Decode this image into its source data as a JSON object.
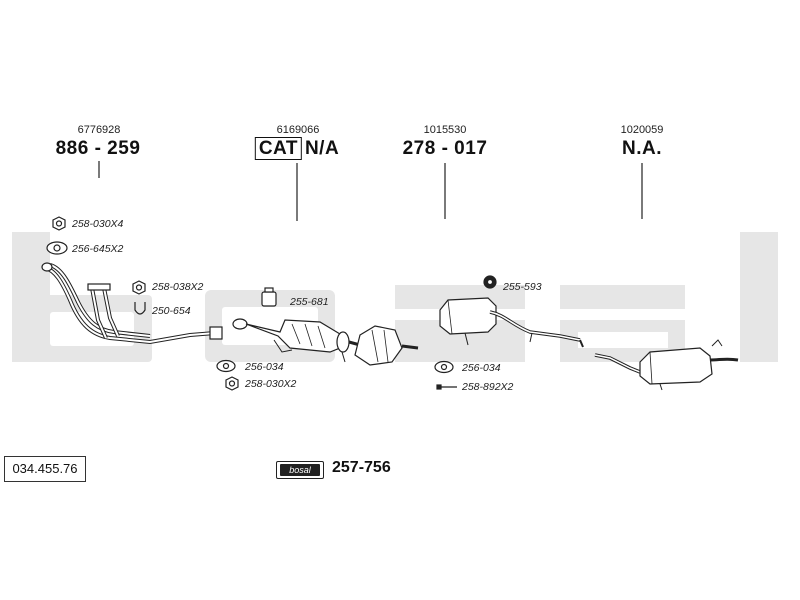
{
  "catalog_number": "034.455.76",
  "kit_number": "257-756",
  "brand_badge": "bosal",
  "watermark_letters": [
    "b",
    "o",
    "s",
    "a",
    "l"
  ],
  "sections": [
    {
      "ref": "6776928",
      "part": "886 - 259"
    },
    {
      "ref": "6169066",
      "cat": "CAT",
      "part": "N/A"
    },
    {
      "ref": "1015530",
      "part": "278 - 017"
    },
    {
      "ref": "1020059",
      "part": "N.A."
    }
  ],
  "accessories": [
    {
      "icon": "hex-nut-icon",
      "code": "258-030X4"
    },
    {
      "icon": "gasket-icon",
      "code": "256-645X2"
    },
    {
      "icon": "hex-nut-icon",
      "code": "258-038X2"
    },
    {
      "icon": "u-clamp-icon",
      "code": "250-654"
    },
    {
      "icon": "rubber-mount-icon",
      "code": "255-681"
    },
    {
      "icon": "gasket-icon",
      "code": "256-034"
    },
    {
      "icon": "hex-nut-icon",
      "code": "258-030X2"
    },
    {
      "icon": "rubber-ring-icon",
      "code": "255-593"
    },
    {
      "icon": "gasket-icon",
      "code": "256-034"
    },
    {
      "icon": "bolt-icon",
      "code": "258-892X2"
    }
  ],
  "colors": {
    "ink": "#222222",
    "watermark": "#e8e8e8"
  }
}
